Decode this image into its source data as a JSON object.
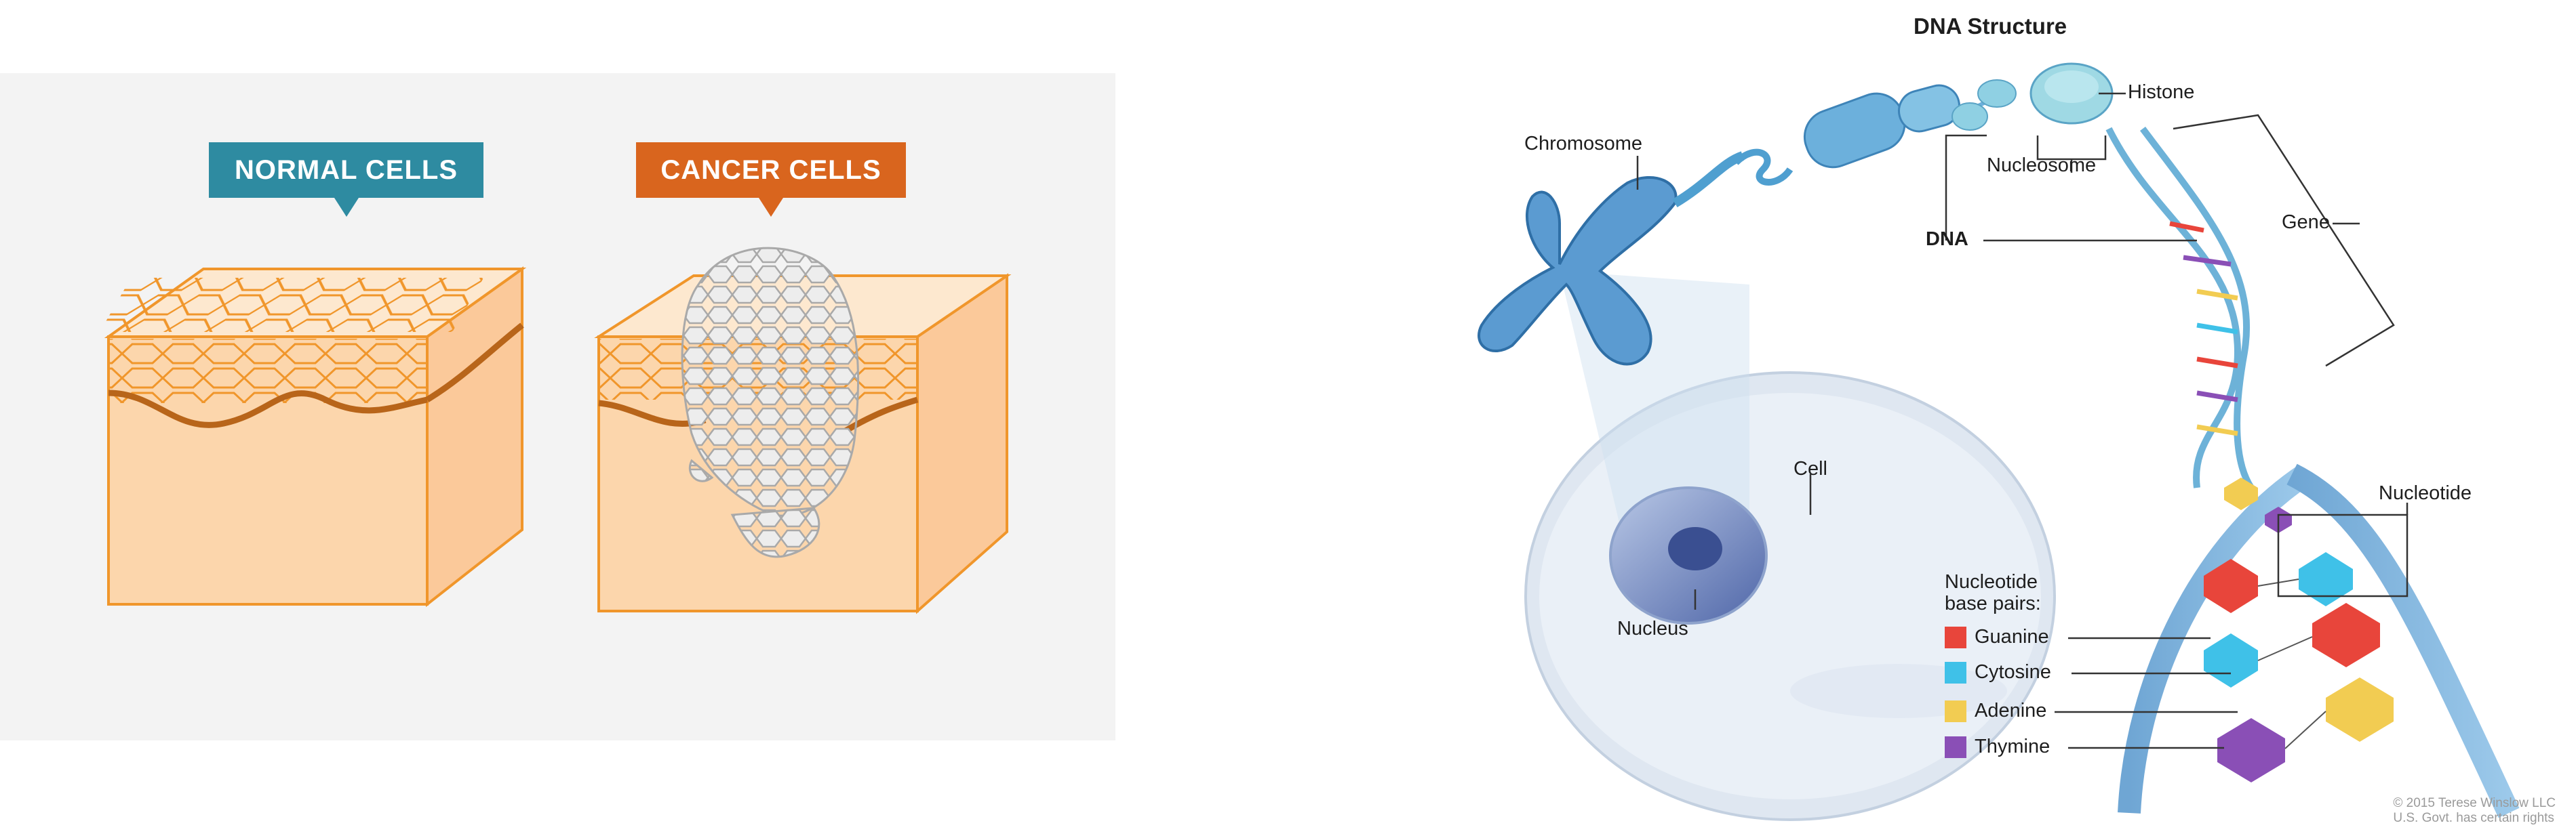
{
  "left": {
    "normal_label": "NORMAL CELLS",
    "cancer_label": "CANCER CELLS",
    "colors": {
      "teal": "#2e8ba1",
      "orange": "#d9651e",
      "tissue": "#fcd6ac",
      "outline": "#f0962b"
    }
  },
  "right": {
    "title": "DNA Structure",
    "labels": {
      "chromosome": "Chromosome",
      "histone": "Histone",
      "nucleosome": "Nucleosome",
      "dna": "DNA",
      "gene": "Gene",
      "cell": "Cell",
      "nucleus": "Nucleus",
      "nucleotide": "Nucleotide"
    },
    "legend": {
      "title_line1": "Nucleotide",
      "title_line2": "base pairs:",
      "items": [
        {
          "label": "Guanine",
          "color": "#e8453b"
        },
        {
          "label": "Cytosine",
          "color": "#3fc1e8"
        },
        {
          "label": "Adenine",
          "color": "#f2cc52"
        },
        {
          "label": "Thymine",
          "color": "#8a4fb6"
        }
      ]
    },
    "credit_line1": "© 2015 Terese Winslow LLC",
    "credit_line2": "U.S. Govt. has certain rights"
  }
}
